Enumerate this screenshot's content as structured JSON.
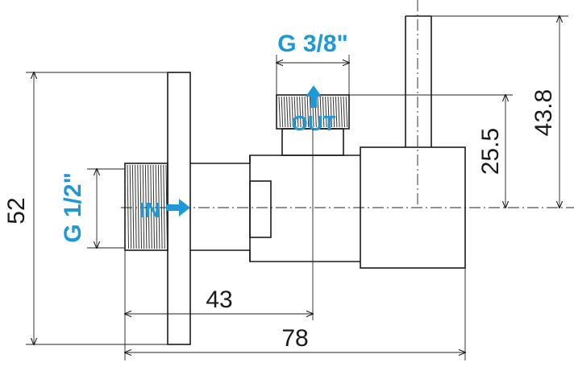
{
  "labels": {
    "outlet_thread": "G 3/8\"",
    "inlet_thread": "G 1/2\"",
    "out_label": "OUT",
    "in_label": "IN"
  },
  "dimensions": {
    "total_height": "52",
    "handle_height": "43.8",
    "outlet_height": "25.5",
    "outlet_offset": "43",
    "total_length": "78"
  },
  "colors": {
    "accent": "#1e98d6",
    "line": "#1a1a1a"
  }
}
